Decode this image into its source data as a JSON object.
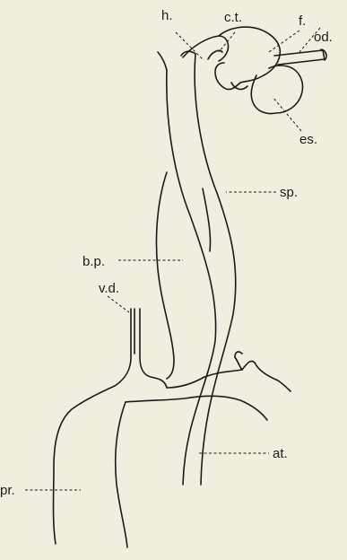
{
  "labels": {
    "h": "h.",
    "ct": "c.t.",
    "f": "f.",
    "od": "od.",
    "es": "es.",
    "sp": "sp.",
    "bp": "b.p.",
    "vd": "v.d.",
    "at": "at.",
    "pr": "pr."
  },
  "colors": {
    "background": "#f1eee0",
    "ink": "#1a1a1a"
  }
}
